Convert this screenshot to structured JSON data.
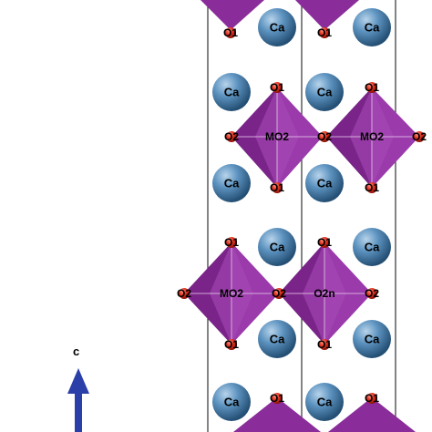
{
  "axis": {
    "label": "c",
    "arrow_color": "#2b3fa8"
  },
  "colors": {
    "octahedron": "#8a2d9a",
    "octahedron_light": "#a944b8",
    "octahedron_dark": "#6a1e78",
    "ca_atom": "#3f79a8",
    "o_atom": "#d42a1c",
    "cell_line": "#333333"
  },
  "labels": {
    "ca": "Ca",
    "o1": "O1",
    "o2": "O2",
    "m": "MO2",
    "o2n": "O2n"
  },
  "structure": {
    "ca_atoms": [
      {
        "col": "left",
        "row": "r0"
      },
      {
        "col": "right",
        "row": "r0"
      },
      {
        "col": "left_in",
        "row": "r1"
      },
      {
        "col": "right_in",
        "row": "r1"
      },
      {
        "col": "left_in",
        "row": "r2"
      },
      {
        "col": "right_in",
        "row": "r2"
      },
      {
        "col": "left",
        "row": "r3"
      },
      {
        "col": "right",
        "row": "r3"
      },
      {
        "col": "left",
        "row": "r4"
      },
      {
        "col": "right",
        "row": "r4"
      },
      {
        "col": "left_in",
        "row": "r5"
      },
      {
        "col": "right_in",
        "row": "r5"
      }
    ]
  }
}
